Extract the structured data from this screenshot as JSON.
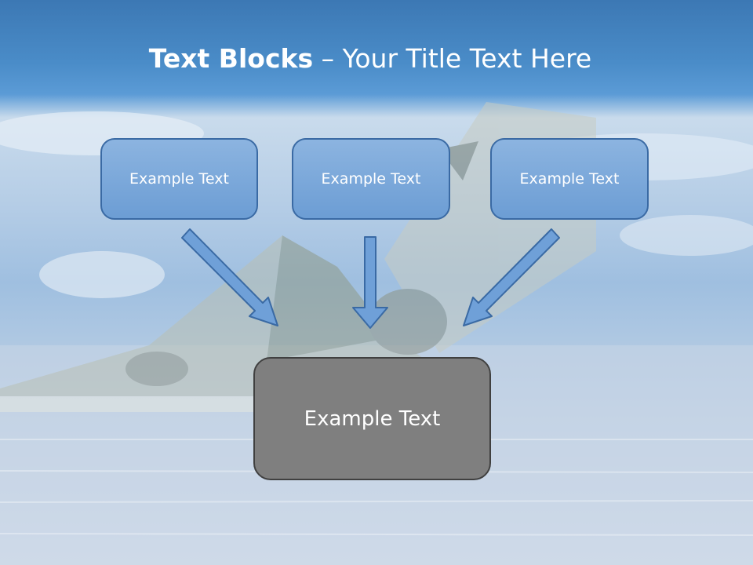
{
  "slide": {
    "title_bold": "Text Blocks",
    "title_dash": " – ",
    "title_rest": "Your Title Text Here"
  },
  "blocks": {
    "top_left": "Example Text",
    "top_center": "Example Text",
    "top_right": "Example Text",
    "bottom": "Example Text"
  },
  "colors": {
    "box_fill": "#7aa8da",
    "box_border": "#3a6aa4",
    "bottom_fill": "#7f7f7f",
    "arrow_fill": "#6fa0d8"
  }
}
